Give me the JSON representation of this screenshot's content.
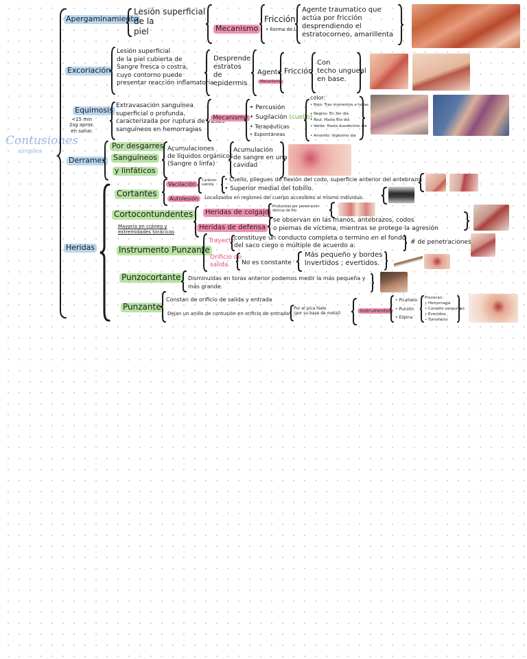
{
  "root": {
    "title": "Contusiones",
    "subtitle": "simples"
  },
  "apergaminamiento": {
    "label": "Apergaminamiento",
    "definition": "Lesión superficial\nde la\npiel",
    "mecanismo": "Mecanismo",
    "options": [
      "Fricción",
      "Forma de U"
    ],
    "agent_text": "Agente traumatico que\nactúa por fricción\ndesprendiendo el\nestratocorneo, amarillenta"
  },
  "excoriacion": {
    "label": "Excoriación",
    "definition": "Lesión superficial\nde la piel cubierta de\nSangre fresca o costra,\ncuyo contorno puede\npresentar reacción inflamatoria",
    "desprende": "Desprende\nestratos\nde\nepidermis",
    "agente": "Agente",
    "agente_sub": "Mecanismo",
    "friccion": "Fricción",
    "una": "Con\ntecho ungueal\nen base."
  },
  "equimosis": {
    "label": "Equimosis",
    "timing": "<15 min\n2sg aprox.\nen sanar.",
    "definition": "Extravasación sanguínea\nsuperficial o profunda,\ncaracterizada por ruptura de vasos\nsanguíneos en hemorragias",
    "mecanismo": "Mecanismo",
    "mechanisms": [
      "Percusión",
      "Sugilación",
      "Terapéuticas",
      "Espontáneas"
    ],
    "cuello": "(cuello)",
    "color_title": "color:",
    "colors": [
      "Rojo: Tras momentos a horas.",
      "Negros: En 3er día",
      "Azul: Hasta 6to día",
      "Verde: Hasta duodécimo día",
      "Amarillo: Vigésimo día"
    ]
  },
  "derrames": {
    "label": "Derrames",
    "types": [
      "Por desgarres",
      "Sanguíneos",
      "y linfáticos"
    ],
    "def1": "Acumulaciones\nde líquidos orgánicos\n(Sangre o linfa)",
    "def2": "Acumulación\nde sangre en una\ncavidad"
  },
  "heridas": {
    "label": "Heridas",
    "cortantes": {
      "label": "Cortantes",
      "vacilacion": "Vacilación",
      "autolesion": "Autolesión",
      "caracter": "Carácter\nsuicida",
      "line1": "• Cuello, pliegues de flexión del codo, superficie anterior del antebrazo,",
      "line2": "• Superior medial del tobillo.",
      "line3": "Localizados en regiones del cuerpo accesibles al mismo individuo."
    },
    "cortocontundentes": {
      "label": "Cortocontundentes",
      "sub": "Mayoría en cráneo y\nextremidades torácicas",
      "colgajo": "Heridas de colgajo",
      "colgajo_desc": "Producidas por penetración\noblicua de filo",
      "defensa": "Heridas de defensa",
      "defensa_desc": "se observan en las manos, antebrazos, codos\no piernas de víctima, mientras se protege la agresión"
    },
    "punzante_instr": {
      "label": "Instrumento Punzante",
      "trayecto": "Trayecto",
      "trayecto_desc": "constituye un conducto completa o termino en el fondo\ndel saco ciego o múltiple de acuerdo a:",
      "penetraciones": "# de penetraciones.",
      "orificio": "Orificio de\nsalida.",
      "no_constante": "No es constante",
      "bordes": "Más pequeño y bordes\ninvertidos ; evertidos."
    },
    "punzocortante": {
      "label": "Punzocortante",
      "desc": "Disminuidas en torax anterior podemos medir la más pequeña y\nmás grande."
    },
    "punzante": {
      "label": "Punzante",
      "line1": "Constan de orificio de salida y entrada",
      "line2": "Dejan un anillo de contusión en orificio de entrada",
      "pica": "Por el pica hielo\n(por su base de metal)",
      "instrumentos": "Instrumentos",
      "tools": [
        "Picahielo",
        "Punzón",
        "Espina"
      ],
      "effects_title": "Provocan:",
      "effects": [
        "Hemorragia",
        "Conejito sanguíneo",
        "Evertidos",
        "Tumefacto"
      ]
    }
  },
  "colors": {
    "blue": "#b9d6ef",
    "green": "#b9e3a4",
    "pink": "#f090b2"
  }
}
